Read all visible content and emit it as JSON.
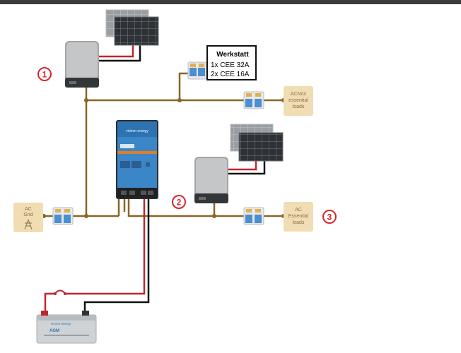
{
  "werkstatt": {
    "title": "Werkstatt",
    "line1": "1x CEE 32A",
    "line2": "2x CEE 16A"
  },
  "loads": {
    "ac_grid": [
      "AC",
      "Grid"
    ],
    "non_essential": [
      "ACNon",
      "essential",
      "loads"
    ],
    "essential": [
      "AC",
      "Essential",
      "loads"
    ]
  },
  "markers": [
    "1",
    "2",
    "3"
  ],
  "inverter_brand": "victron energy",
  "battery_brand": "victron energy",
  "battery_type": "AGM",
  "colors": {
    "ac_wire": "#8a6425",
    "dc_positive": "#c0262d",
    "dc_negative": "#111111",
    "marker_red": "#d8262c",
    "load_box": "#f1ddb3",
    "load_text": "#8a7040",
    "inverter_blue": "#3b86c6"
  }
}
